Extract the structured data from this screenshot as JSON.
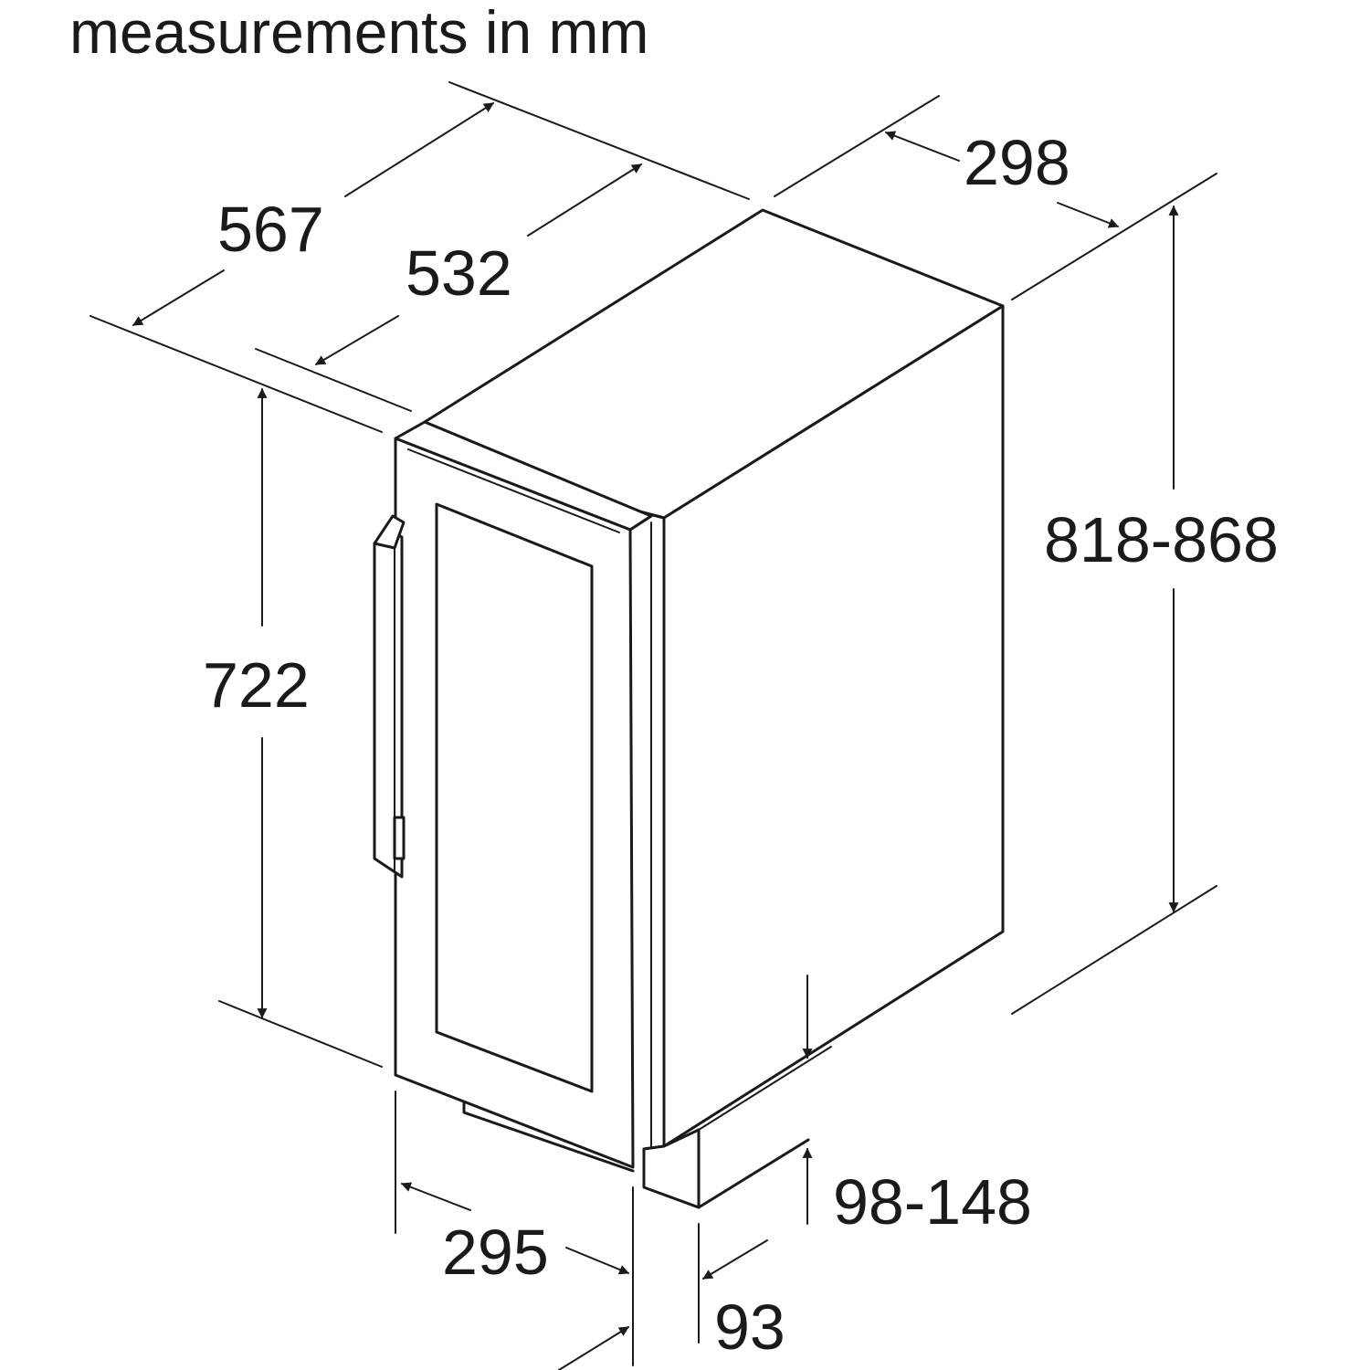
{
  "title": "measurements in mm",
  "dimensions": {
    "depth_overall": "567",
    "depth_body": "532",
    "width_side": "298",
    "height_total": "818-868",
    "height_door": "722",
    "plinth_height": "98-148",
    "door_width": "295",
    "plinth_recess": "93"
  },
  "colors": {
    "line": "#1a1a1a",
    "background": "#ffffff"
  }
}
